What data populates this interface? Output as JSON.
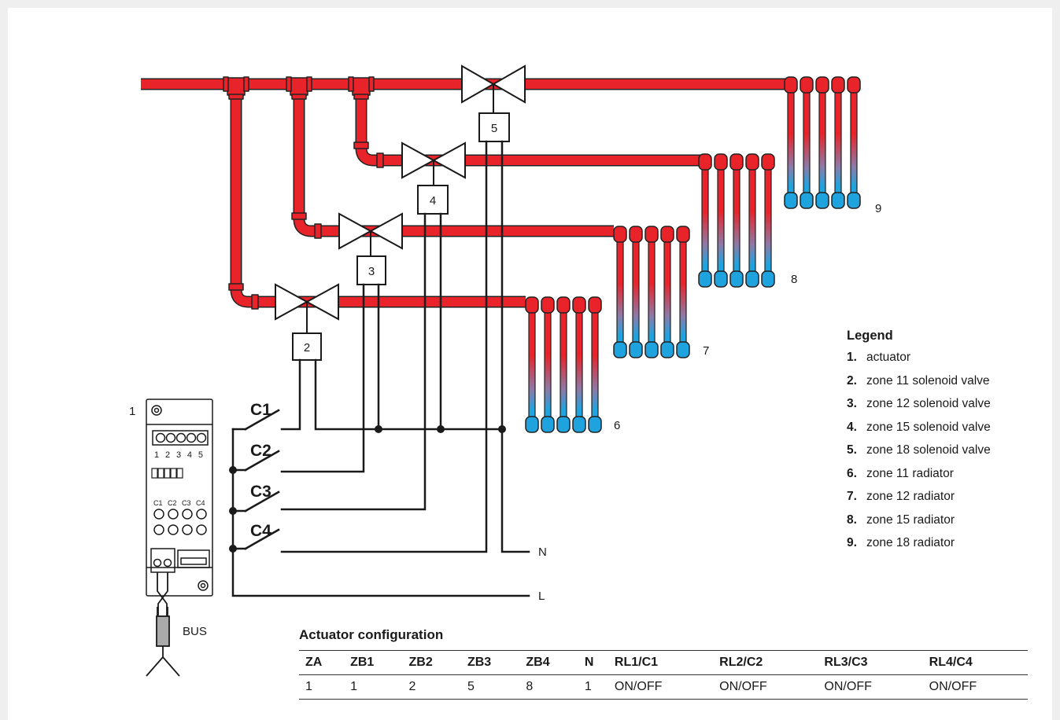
{
  "diagram": {
    "numbers": {
      "actuator": "1",
      "valve_2": "2",
      "valve_3": "3",
      "valve_4": "4",
      "valve_5": "5",
      "radiator_6": "6",
      "radiator_7": "7",
      "radiator_8": "8",
      "radiator_9": "9"
    },
    "contacts": [
      "C1",
      "C2",
      "C3",
      "C4"
    ],
    "wires": {
      "neutral": "N",
      "line": "L"
    },
    "bus": "BUS",
    "actuator_device": {
      "terminals": [
        "1",
        "2",
        "3",
        "4",
        "5"
      ],
      "dip_labels": "1 2 3 4 5",
      "outputs": [
        "C1",
        "C2",
        "C3",
        "C4"
      ]
    },
    "colors": {
      "hot": "#e8242a",
      "cold": "#1fa3de",
      "wire": "#1a1a1a"
    }
  },
  "legend": {
    "title": "Legend",
    "items": [
      {
        "num": "1.",
        "text": "actuator"
      },
      {
        "num": "2.",
        "text": "zone 11 solenoid valve"
      },
      {
        "num": "3.",
        "text": "zone 12 solenoid valve"
      },
      {
        "num": "4.",
        "text": "zone 15 solenoid valve"
      },
      {
        "num": "5.",
        "text": "zone 18 solenoid valve"
      },
      {
        "num": "6.",
        "text": "zone 11 radiator"
      },
      {
        "num": "7.",
        "text": "zone 12 radiator"
      },
      {
        "num": "8.",
        "text": "zone 15 radiator"
      },
      {
        "num": "9.",
        "text": "zone 18 radiator"
      }
    ]
  },
  "config": {
    "title": "Actuator configuration",
    "headers": [
      "ZA",
      "ZB1",
      "ZB2",
      "ZB3",
      "ZB4",
      "N",
      "RL1/C1",
      "RL2/C2",
      "RL3/C3",
      "RL4/C4"
    ],
    "values": [
      "1",
      "1",
      "2",
      "5",
      "8",
      "1",
      "ON/OFF",
      "ON/OFF",
      "ON/OFF",
      "ON/OFF"
    ]
  }
}
